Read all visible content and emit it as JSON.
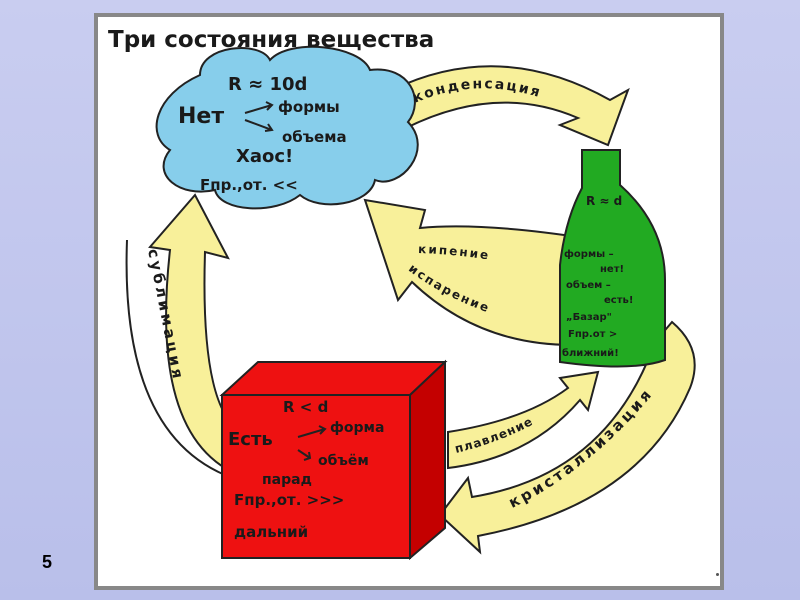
{
  "page_number": "5",
  "title": "Три состояния вещества",
  "colors": {
    "background": "#c3c7ee",
    "cloud": "#87ceeb",
    "bottle": "#22aa22",
    "cube": "#ee1111",
    "arrow": "#f8f09a"
  },
  "gas": {
    "distance": "R ≈ 10d",
    "no": "Нет",
    "form": "формы",
    "volume": "объема",
    "chaos": "Хаос!",
    "force": "Fпр.,от. <<"
  },
  "liquid": {
    "distance": "R ≈ d",
    "forms": "формы –",
    "no": "нет!",
    "volume": "объем –",
    "exists": "есть!",
    "bazaar": "„Базар\"",
    "force": "Fпр.от >",
    "near": "ближний!"
  },
  "solid": {
    "distance": "R < d",
    "has": "Есть",
    "form": "форма",
    "volume": "объём",
    "parade": "парад",
    "force": "Fпр.,от. >>>",
    "far": "дальний"
  },
  "transitions": {
    "condensation": "конденсация",
    "boiling": "кипение",
    "evaporation": "испарение",
    "sublimation": "сублимация",
    "melting": "плавление",
    "crystallization": "кристаллизация"
  }
}
